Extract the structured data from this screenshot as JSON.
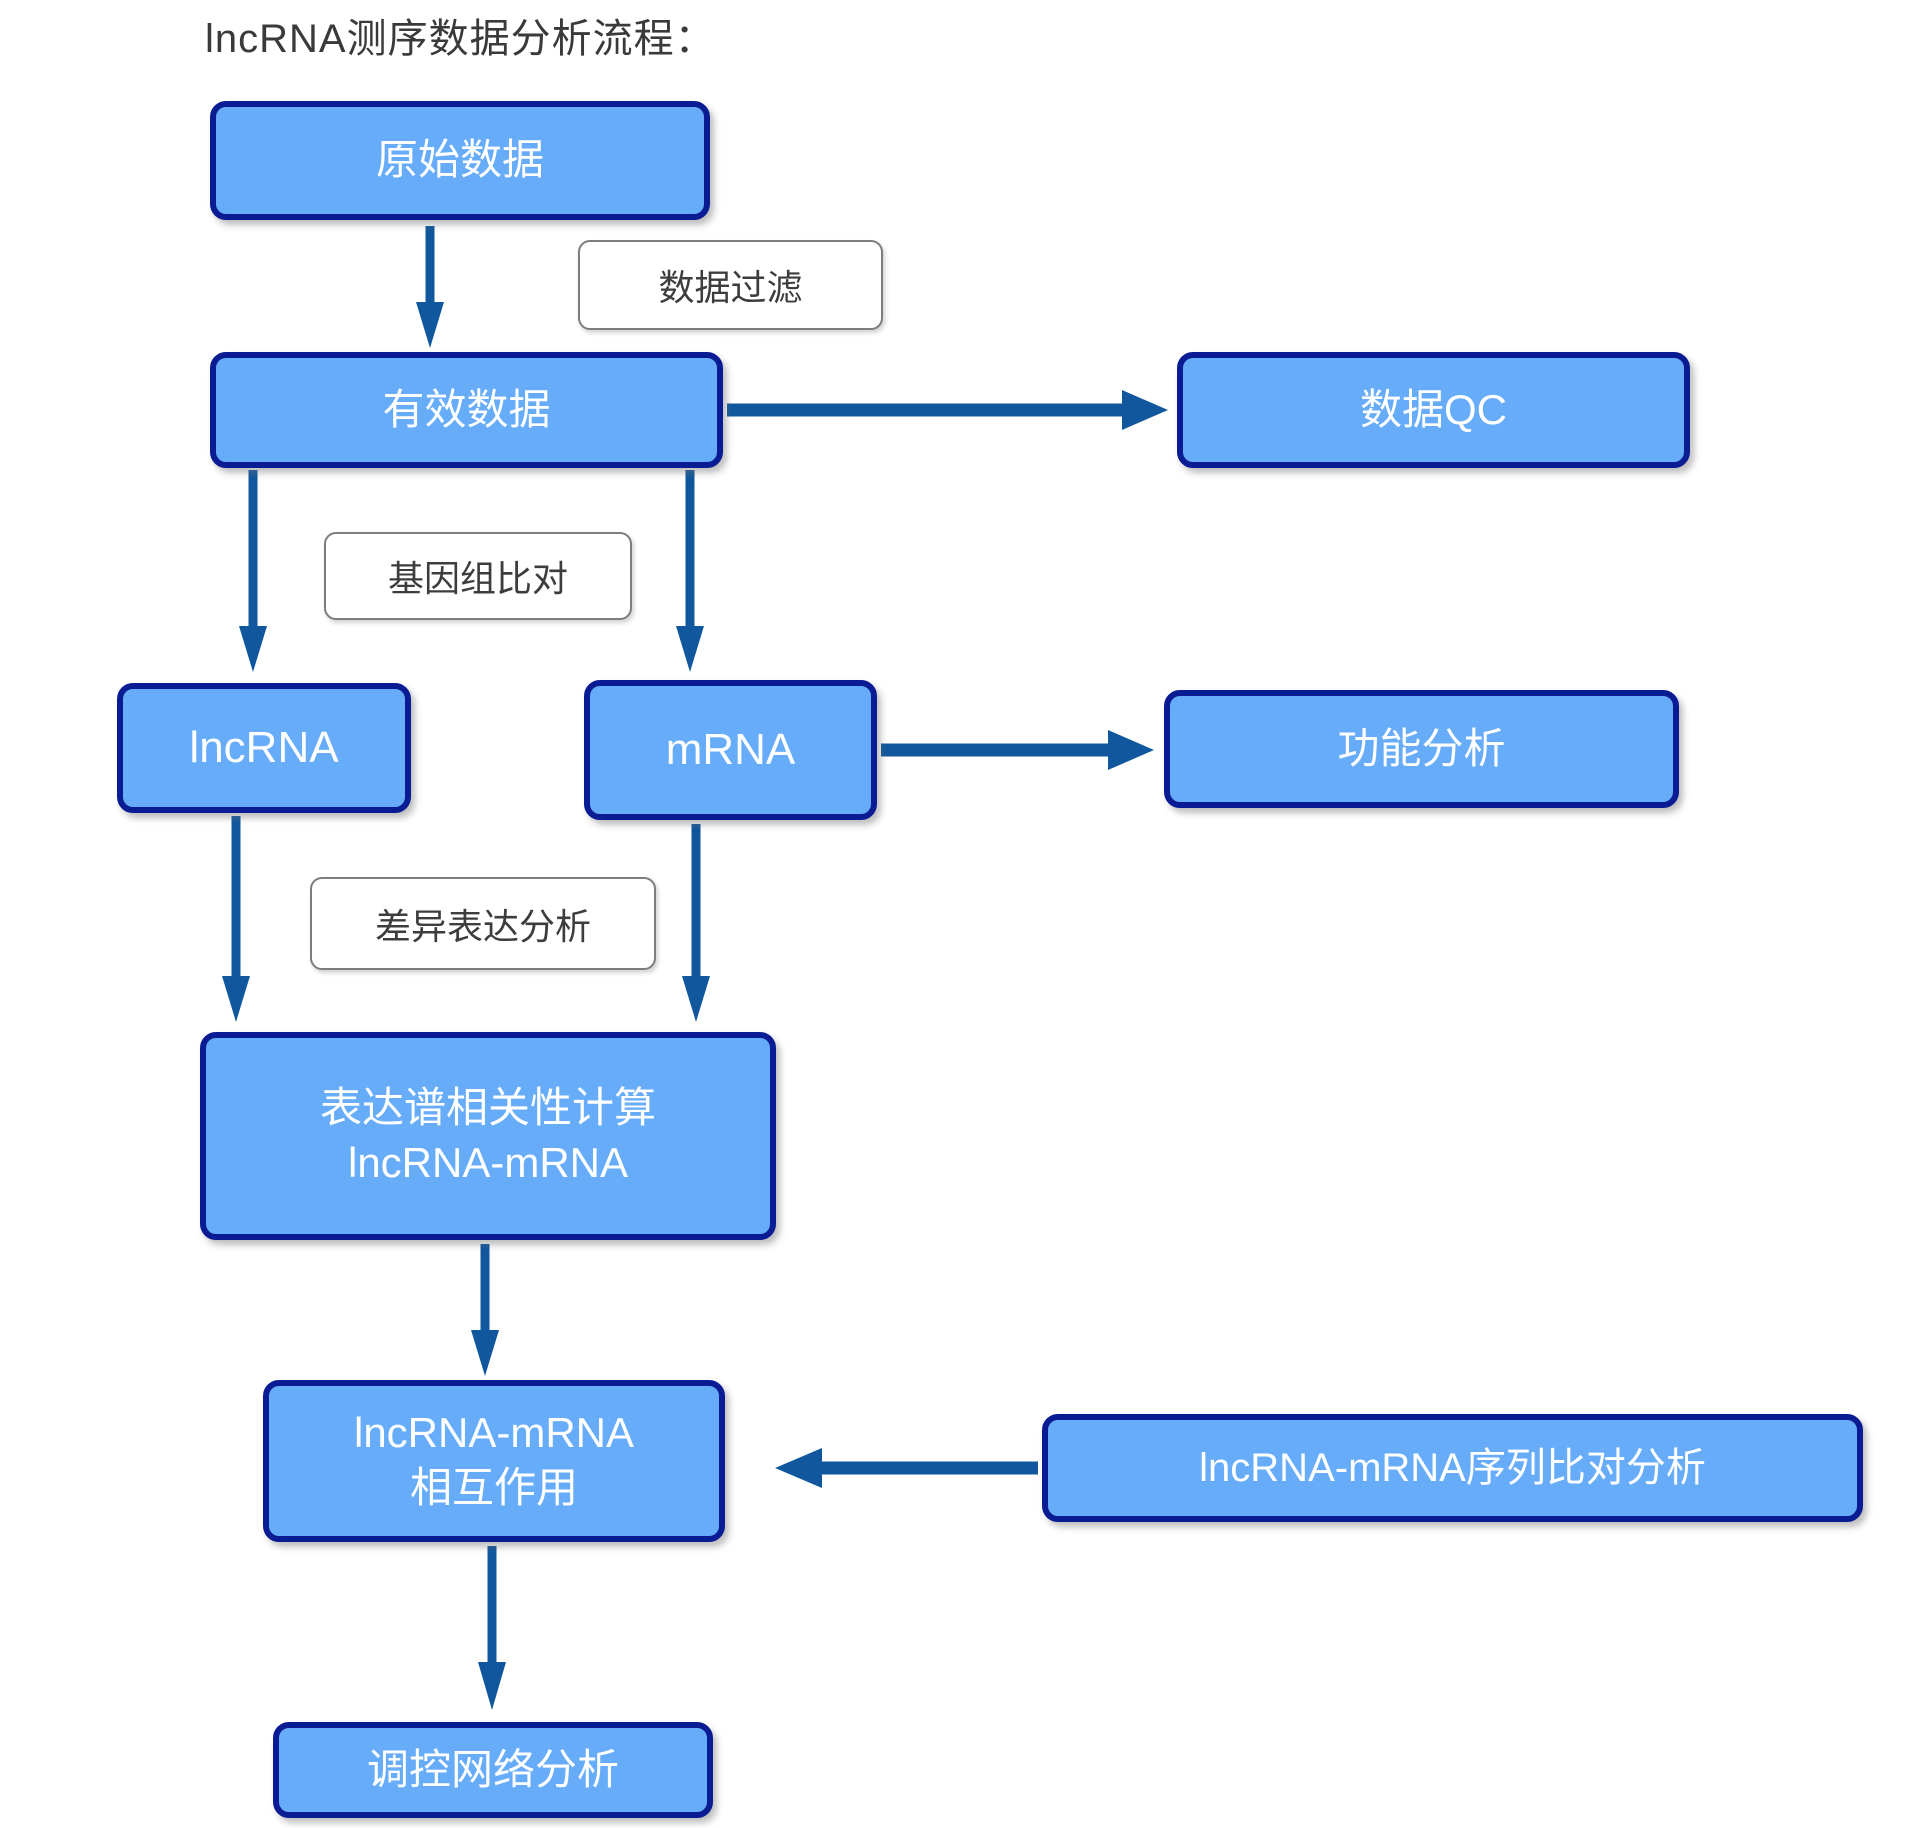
{
  "title": "lncRNA测序数据分析流程：",
  "colors": {
    "node_fill": "#66acf8",
    "node_border": "#0a1c94",
    "node_text": "#ffffff",
    "arrow": "#10579e",
    "label_border": "#7d7d7d",
    "label_text": "#3d3d3d",
    "title_text": "#3a3a3a",
    "background": "#ffffff"
  },
  "nodes": {
    "raw_data": {
      "label": "原始数据"
    },
    "valid_data": {
      "label": "有效数据"
    },
    "data_qc": {
      "label": "数据QC"
    },
    "lncrna": {
      "label": "lncRNA"
    },
    "mrna": {
      "label": "mRNA"
    },
    "func": {
      "label": "功能分析"
    },
    "expr_corr": {
      "label": "表达谱相关性计算\nlncRNA-mRNA"
    },
    "interaction": {
      "label": "lncRNA-mRNA\n相互作用"
    },
    "seq_align": {
      "label": "lncRNA-mRNA序列比对分析"
    },
    "network": {
      "label": "调控网络分析"
    }
  },
  "edge_labels": {
    "data_filter": "数据过滤",
    "genome_align": "基因组比对",
    "diff_expr": "差异表达分析"
  }
}
